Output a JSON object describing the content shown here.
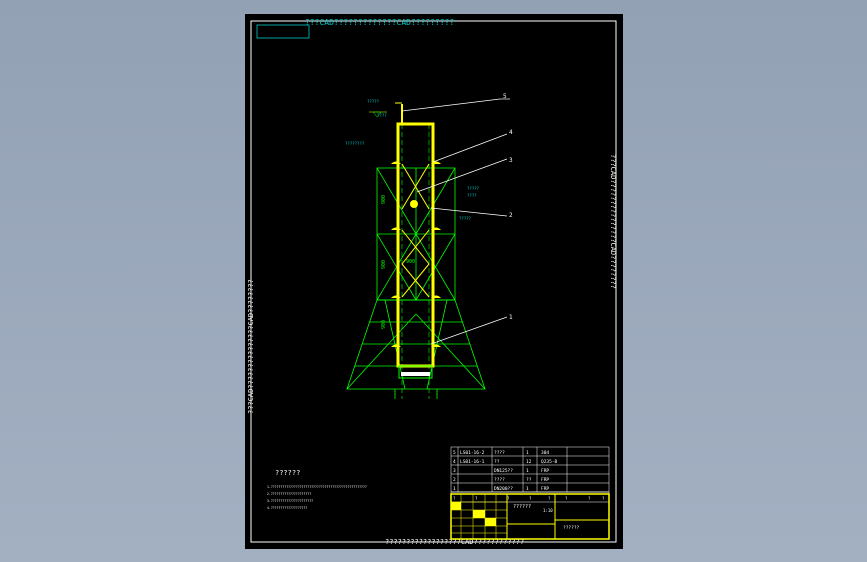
{
  "watermark": {
    "top": "???CAD?????????????CAD?????????",
    "left": "???CAD???????????????CAD????????",
    "right": "???CAD???????????????CAD????????",
    "bottom": "??????????????????CAD????????????"
  },
  "leaders": [
    {
      "num": "5"
    },
    {
      "num": "4"
    },
    {
      "num": "3"
    },
    {
      "num": "2"
    },
    {
      "num": "1"
    }
  ],
  "callouts": {
    "top_label": "?????",
    "level_mark": "????",
    "left_label": "????????",
    "right_label_1": "?????",
    "right_label_2": "????",
    "right_label_3": "?????",
    "dims": [
      "900",
      "900",
      "900",
      "900"
    ]
  },
  "notes": {
    "title": "??????",
    "lines": [
      "1.?????????????????????????????????????????????????? ",
      "2.?????????????????????",
      "3.??????????????????????",
      "4.???????????????????"
    ]
  },
  "bom": {
    "rows": [
      {
        "no": "5",
        "code": "LS01-16-2",
        "name": "????",
        "qty": "1",
        "material": "304"
      },
      {
        "no": "4",
        "code": "LS01-16-1",
        "name": "??",
        "qty": "12",
        "material": "Q235-B"
      },
      {
        "no": "3",
        "code": "",
        "name": "DN125??",
        "qty": "1",
        "material": "FRP"
      },
      {
        "no": "2",
        "code": "",
        "name": "????",
        "qty": "??",
        "material": "FRP"
      },
      {
        "no": "1",
        "code": "",
        "name": "DN200??",
        "qty": "1",
        "material": "FRP"
      }
    ],
    "header": [
      "?",
      "?",
      "?",
      "?",
      "?",
      "?",
      "?",
      "?"
    ]
  },
  "title_block": {
    "drawing_name": "??????",
    "drawing_code": "??????",
    "scale_label": "1:10"
  },
  "colors": {
    "border": "#ffffff",
    "frame_yellow": "#ffff00",
    "green": "#00ff00",
    "cyan": "#00c8c8"
  }
}
